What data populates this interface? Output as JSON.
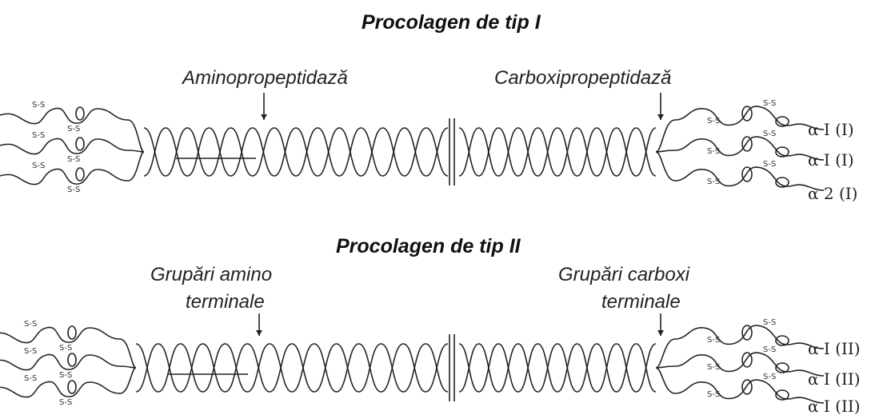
{
  "diagram": {
    "type1": {
      "title": "Procolagen de tip I",
      "left_label": "Aminopropeptidază",
      "right_label": "Carboxipropeptidază",
      "chains": [
        "α I (I)",
        "α I (I)",
        "α 2 (I)"
      ],
      "disulfide_label": "S-S"
    },
    "type2": {
      "title": "Procolagen de tip II",
      "left_label_line1": "Grupări amino",
      "left_label_line2": "terminale",
      "right_label_line1": "Grupări carboxi",
      "right_label_line2": "terminale",
      "chains": [
        "α I (II)",
        "α I (II)",
        "α I (II)"
      ],
      "disulfide_label": "S-S"
    }
  }
}
